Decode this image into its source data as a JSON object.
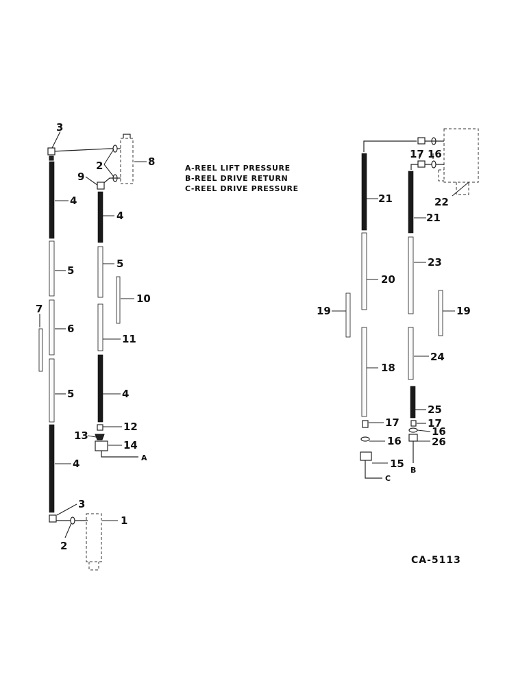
{
  "legend": {
    "a": "A-REEL LIFT PRESSURE",
    "b": "B-REEL DRIVE RETURN",
    "c": "C-REEL DRIVE PRESSURE"
  },
  "drawing_id": "CA-5113",
  "callouts": {
    "n1": "1",
    "n2": "2",
    "n3": "3",
    "n4": "4",
    "n5": "5",
    "n6": "6",
    "n7": "7",
    "n8": "8",
    "n9": "9",
    "n10": "10",
    "n11": "11",
    "n12": "12",
    "n13": "13",
    "n14": "14",
    "n15": "15",
    "n16": "16",
    "n17": "17",
    "n18": "18",
    "n19": "19",
    "n20": "20",
    "n21": "21",
    "n22": "22",
    "n23": "23",
    "n24": "24",
    "n25": "25",
    "n26": "26"
  },
  "line_ends": {
    "a": "A",
    "b": "B",
    "c": "C"
  }
}
